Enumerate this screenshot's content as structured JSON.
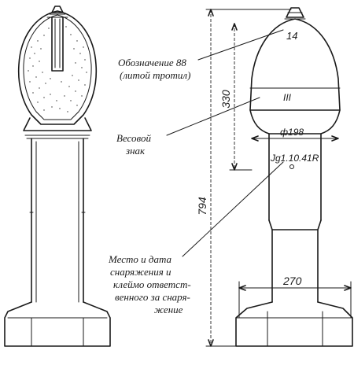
{
  "annotations": {
    "filling_line1": "Обозначение 88",
    "filling_line2": "(литой тротил)",
    "weight_mark_line1": "Весовой",
    "weight_mark_line2": "знак",
    "loading_note_line1": "Место и дата",
    "loading_note_line2": "снаряжения и",
    "loading_note_line3": "клеймо ответст-",
    "loading_note_line4": "венного за снаря-",
    "loading_note_line5": "жение"
  },
  "markings": {
    "nose_number": "14",
    "weight_mark": "III",
    "stamp_code": "Jg1.10.41R"
  },
  "dimensions": {
    "overall_length": "794",
    "head_length": "330",
    "head_diameter": "ф198",
    "tail_span": "270"
  }
}
